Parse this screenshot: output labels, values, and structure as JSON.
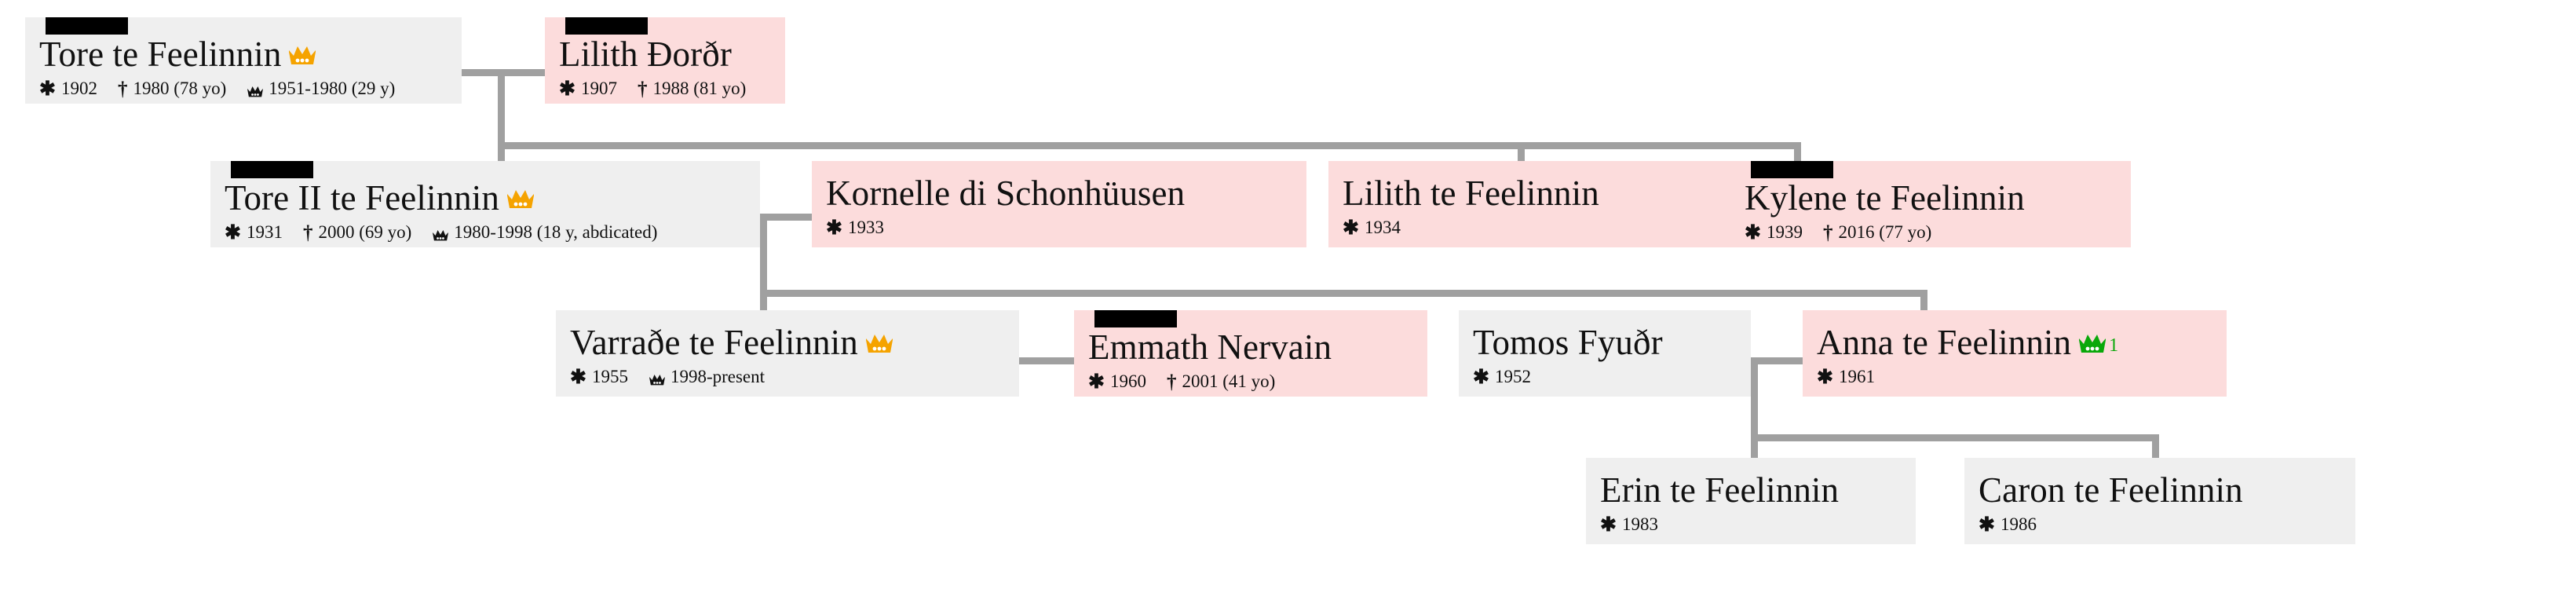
{
  "diagram": {
    "type": "family-tree",
    "title": "te Feelinnin royal family tree",
    "symbols": {
      "birth": "✱",
      "death": "†",
      "reign": "crown-icon"
    },
    "colors": {
      "card_female_pink": "#fcdcdc",
      "card_male_gray": "#efefef",
      "connector_line": "#a0a0a0",
      "crown_gold": "#f5a300",
      "crown_green": "#0aa80a",
      "portrait_bar": "#000000",
      "text": "#111111"
    },
    "generations": 4
  },
  "people": [
    {
      "id": "tore1",
      "name": "Tore te Feelinnin",
      "card_color": "gray",
      "portrait_bar": true,
      "crown": "gold",
      "crown_sup": "",
      "facts": [
        {
          "symbol": "birth",
          "text": "1902"
        },
        {
          "symbol": "death",
          "text": "1980 (78 yo)"
        },
        {
          "symbol": "reign",
          "text": "1951-1980 (29 y)"
        }
      ]
    },
    {
      "id": "lilith_dordr",
      "name": "Lilith Ðorðr",
      "card_color": "pink",
      "portrait_bar": true,
      "crown": "",
      "crown_sup": "",
      "facts": [
        {
          "symbol": "birth",
          "text": "1907"
        },
        {
          "symbol": "death",
          "text": "1988 (81 yo)"
        }
      ]
    },
    {
      "id": "tore2",
      "name": "Tore II te Feelinnin",
      "card_color": "gray",
      "portrait_bar": true,
      "crown": "gold",
      "crown_sup": "",
      "facts": [
        {
          "symbol": "birth",
          "text": "1931"
        },
        {
          "symbol": "death",
          "text": "2000 (69 yo)"
        },
        {
          "symbol": "reign",
          "text": "1980-1998 (18 y, abdicated)"
        }
      ]
    },
    {
      "id": "kornelle",
      "name": "Kornelle di Schonhüusen",
      "card_color": "pink",
      "portrait_bar": false,
      "crown": "",
      "crown_sup": "",
      "facts": [
        {
          "symbol": "birth",
          "text": "1933"
        }
      ]
    },
    {
      "id": "lilith_tf",
      "name": "Lilith te Feelinnin",
      "card_color": "pink",
      "portrait_bar": false,
      "crown": "",
      "crown_sup": "",
      "facts": [
        {
          "symbol": "birth",
          "text": "1934"
        }
      ]
    },
    {
      "id": "kylene",
      "name": "Kylene te Feelinnin",
      "card_color": "pink",
      "portrait_bar": true,
      "crown": "",
      "crown_sup": "",
      "facts": [
        {
          "symbol": "birth",
          "text": "1939"
        },
        {
          "symbol": "death",
          "text": "2016 (77 yo)"
        }
      ]
    },
    {
      "id": "varrade",
      "name": "Varraðe te Feelinnin",
      "card_color": "gray",
      "portrait_bar": false,
      "crown": "gold",
      "crown_sup": "",
      "facts": [
        {
          "symbol": "birth",
          "text": "1955"
        },
        {
          "symbol": "reign",
          "text": "1998-present"
        }
      ]
    },
    {
      "id": "emmath",
      "name": "Emmath Nervain",
      "card_color": "pink",
      "portrait_bar": true,
      "crown": "",
      "crown_sup": "",
      "facts": [
        {
          "symbol": "birth",
          "text": "1960"
        },
        {
          "symbol": "death",
          "text": "2001 (41 yo)"
        }
      ]
    },
    {
      "id": "tomos",
      "name": "Tomos Fyuðr",
      "card_color": "gray",
      "portrait_bar": false,
      "crown": "",
      "crown_sup": "",
      "facts": [
        {
          "symbol": "birth",
          "text": "1952"
        }
      ]
    },
    {
      "id": "anna",
      "name": "Anna te Feelinnin",
      "card_color": "pink",
      "portrait_bar": false,
      "crown": "green",
      "crown_sup": "1",
      "facts": [
        {
          "symbol": "birth",
          "text": "1961"
        }
      ]
    },
    {
      "id": "erin",
      "name": "Erin te Feelinnin",
      "card_color": "gray",
      "portrait_bar": false,
      "crown": "",
      "crown_sup": "",
      "facts": [
        {
          "symbol": "birth",
          "text": "1983"
        }
      ]
    },
    {
      "id": "caron",
      "name": "Caron te Feelinnin",
      "card_color": "gray",
      "portrait_bar": false,
      "crown": "",
      "crown_sup": "",
      "facts": [
        {
          "symbol": "birth",
          "text": "1986"
        }
      ]
    }
  ],
  "unions": [
    {
      "spouses": [
        "tore1",
        "lilith_dordr"
      ],
      "children": [
        "tore2",
        "lilith_tf",
        "kylene"
      ]
    },
    {
      "spouses": [
        "tore2",
        "kornelle"
      ],
      "children": [
        "varrade",
        "anna"
      ]
    },
    {
      "spouses": [
        "tomos",
        "anna"
      ],
      "children": [
        "erin",
        "caron"
      ]
    },
    {
      "spouses": [
        "varrade",
        "emmath"
      ],
      "children": []
    }
  ]
}
